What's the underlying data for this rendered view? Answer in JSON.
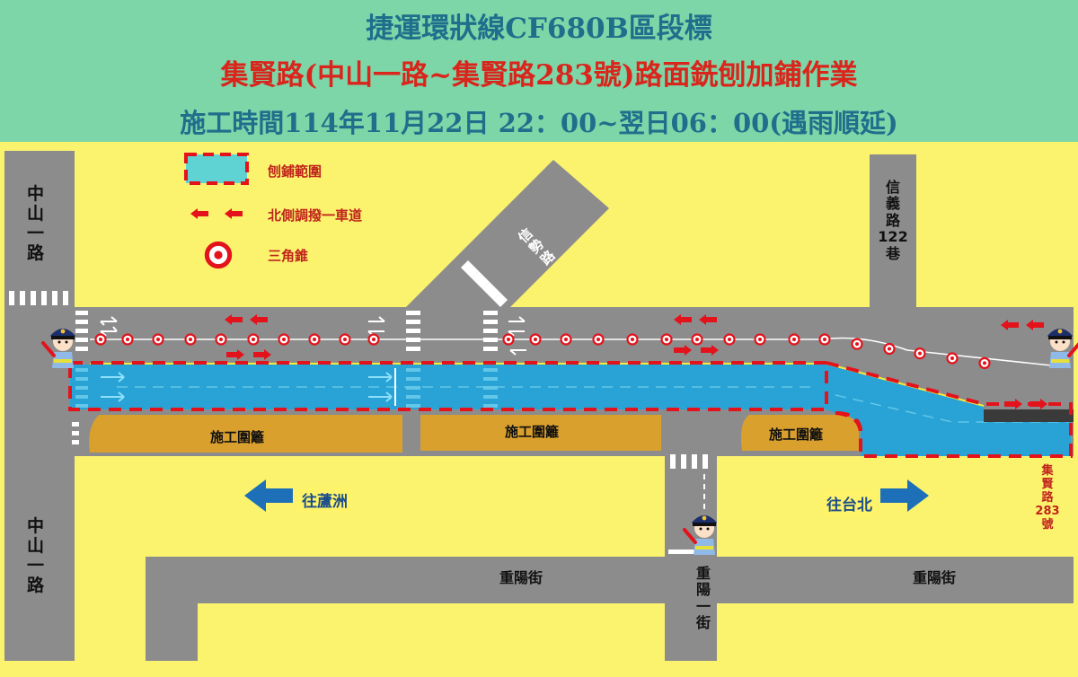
{
  "header": {
    "title_line1": "捷運環狀線CF680B區段標",
    "title_line2": "集賢路(中山一路~集賢路283號)路面銑刨加鋪作業",
    "title_line3": "施工時間114年11月22日 22：00~翌日06：00(遇雨順延)"
  },
  "legend": {
    "milling_area": "刨鋪範圍",
    "lane_shift": "北側調撥一車道",
    "traffic_cone": "三角錐"
  },
  "roads": {
    "zhongshan_top": [
      "中",
      "山",
      "一",
      "路"
    ],
    "zhongshan_bottom": [
      "中",
      "山",
      "一",
      "路"
    ],
    "xinshi_road": [
      "信",
      "勢",
      "路"
    ],
    "xinyi_lane": [
      "信",
      "義",
      "路",
      "122",
      "巷"
    ],
    "jixian_283": [
      "集",
      "賢",
      "路",
      "283",
      "號"
    ],
    "chongyang_street": "重陽街",
    "chongyang_first": [
      "重",
      "陽",
      "一",
      "街"
    ]
  },
  "barriers": {
    "left": "施工圍籬",
    "middle": "施工圍籬",
    "right": "施工圍籬"
  },
  "directions": {
    "west": "往蘆洲",
    "east": "往台北"
  },
  "colors": {
    "header_bg": "#7dd6a8",
    "background": "#fbf36e",
    "road": "#8c8c8c",
    "milling_fill": "#29a3d6",
    "dash_red": "#e3121b",
    "barrier": "#d9a02e",
    "title_blue": "#1f6e8c",
    "title_red": "#d9251c",
    "arrow_blue": "#1d6fb8"
  },
  "icons": [
    "traffic-police-icon",
    "traffic-cone-icon",
    "red-arrow-icon",
    "blue-arrow-icon"
  ]
}
